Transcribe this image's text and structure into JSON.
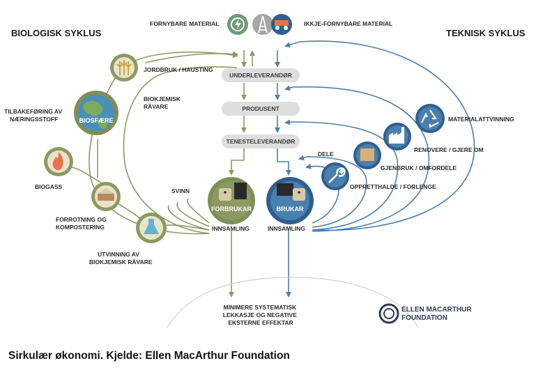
{
  "colors": {
    "bio": "#8c9a62",
    "bio_dark": "#6d7a45",
    "tech": "#4a7fae",
    "tech_dark": "#2f5f8d",
    "stage_fill": "#dedede",
    "text": "#2a2a2a"
  },
  "headers": {
    "biological": "BIOLOGISK SYKLUS",
    "technical": "TEKNISK SYKLUS"
  },
  "top": {
    "renewable": "FORNYBARE MATERIAL",
    "non_renewable": "IKKJE-FORNYBARE MATERIAL",
    "icons": [
      "recycle-energy-icon",
      "oil-rig-icon",
      "mining-truck-icon"
    ]
  },
  "stages": {
    "supplier": "UNDERLEVERANDØR",
    "producer": "PRODUSENT",
    "service_provider": "TENESTELEVERANDØR"
  },
  "biological_nodes": {
    "farming": "JORDBRUK / HAUSTING",
    "biochemical_feedstock": "BIOKJEMISK\nRÅVARE",
    "biosphere": "BIOSFÆRE",
    "nutrient_return": "TILBAKEFØRING AV\nNÆRINGSSTOFF",
    "biogas": "BIOGASS",
    "composting": "FORROTNING OG\nKOMPOSTERING",
    "extraction": "UTVINNING AV\nBIOKJEMISK RÅVARE",
    "waste": "SVINN",
    "consumer": "FORBRUKAR",
    "collection": "INNSAMLING"
  },
  "technical_nodes": {
    "user": "BRUKAR",
    "collection": "INNSAMLING",
    "share": "DELE",
    "maintain": "OPPRETTHALDE / FORLENGE",
    "reuse": "GJENBRUK / OMFORDELE",
    "refurbish": "RENOVERE / GJERE OM",
    "recycling": "MATERIALATTVINNING"
  },
  "bottom": {
    "leakage": "MINIMERE SYSTEMATISK\nLEKKASJE OG NEGATIVE\nEKSTERNE EFFEKTAR"
  },
  "logo": {
    "line1": "ELLEN MACARTHUR",
    "line2": "FOUNDATION"
  },
  "caption": "Sirkulær økonomi. Kjelde: Ellen MacArthur Foundation"
}
